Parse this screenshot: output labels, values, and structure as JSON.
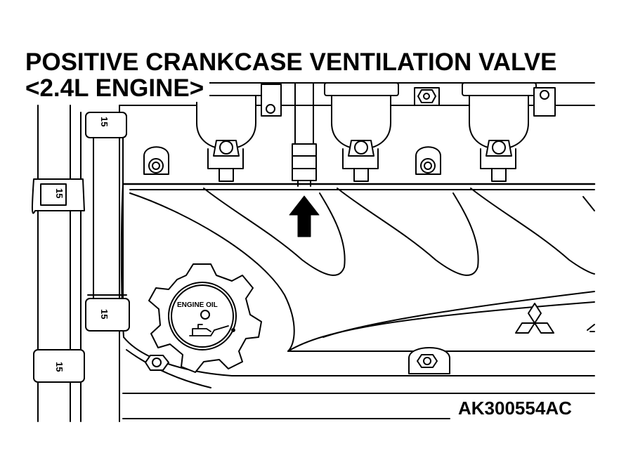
{
  "title": {
    "line1": "POSITIVE CRANKCASE VENTILATION VALVE",
    "line2": "<2.4L ENGINE>"
  },
  "oil_cap_label": "ENGINE OIL",
  "clip_label": "15",
  "figure_code": "AK300554AC",
  "colors": {
    "ink": "#000000",
    "paper": "#ffffff"
  },
  "icons": [
    "up-arrow-icon",
    "mitsubishi-logo-icon",
    "oil-can-icon"
  ]
}
